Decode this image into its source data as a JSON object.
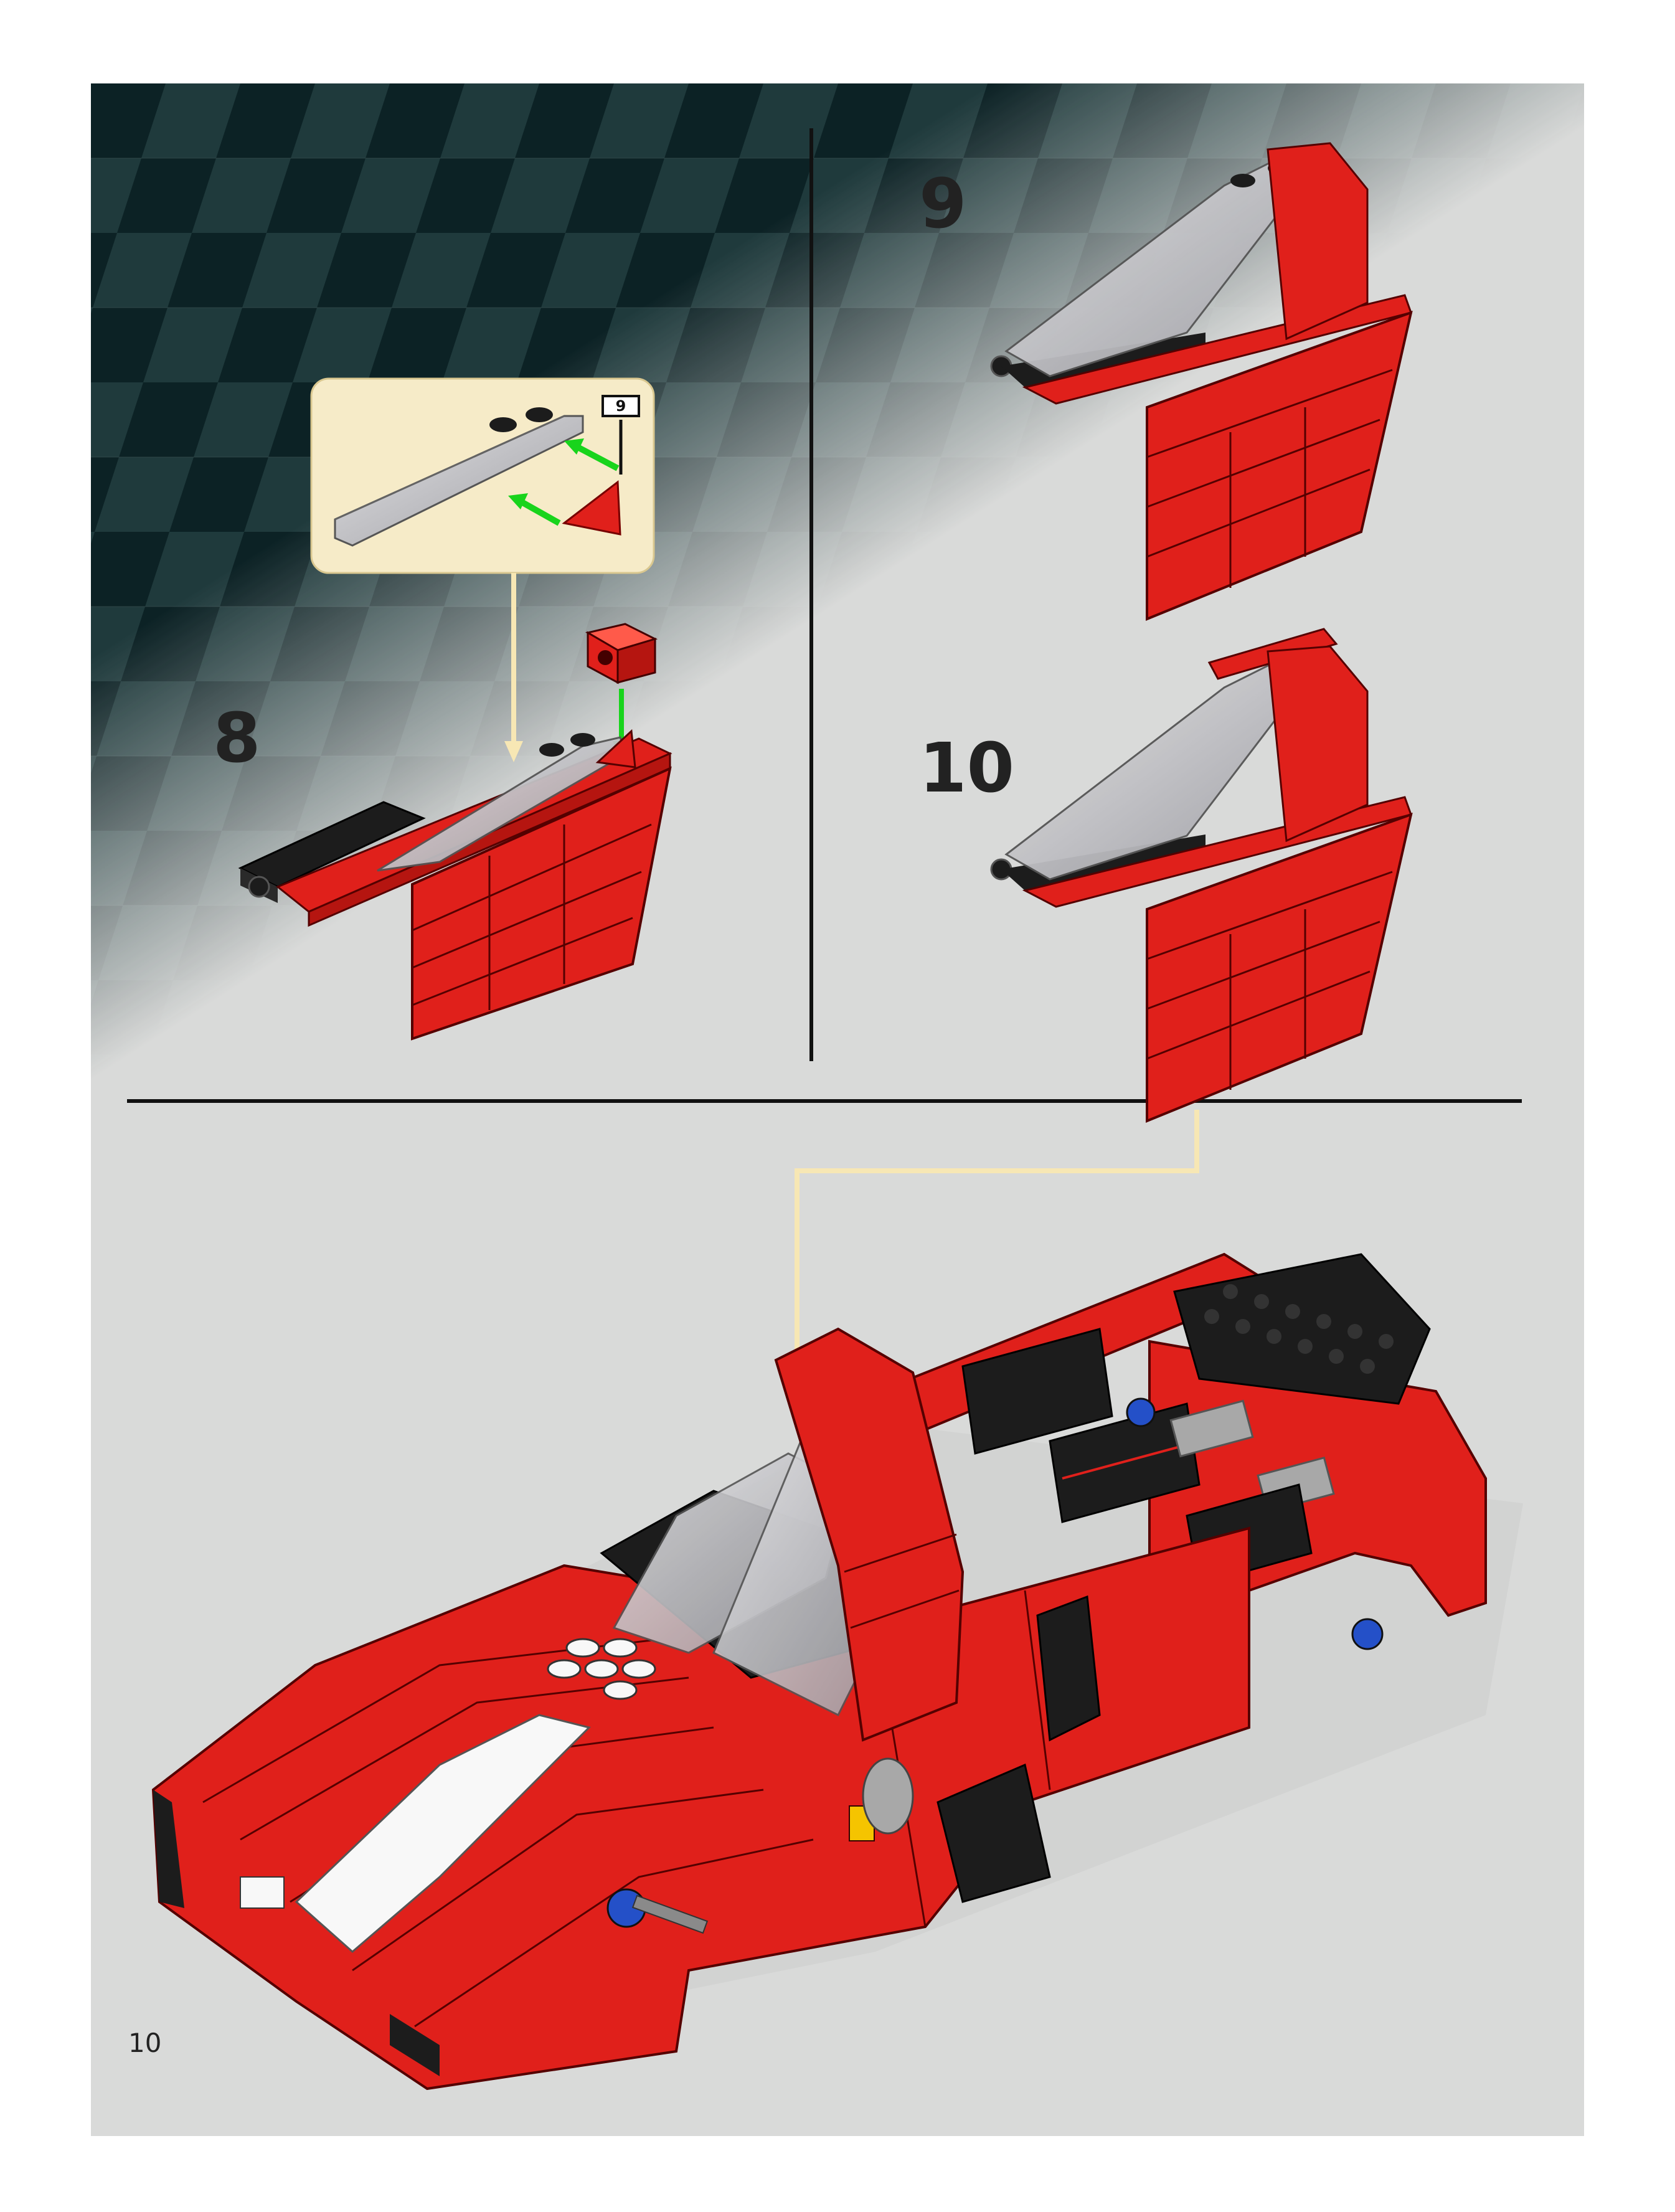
{
  "page": {
    "number": "10"
  },
  "steps": [
    {
      "number": "8"
    },
    {
      "number": "9"
    },
    {
      "number": "10"
    }
  ],
  "callout": {
    "step_ref": "9"
  },
  "colors": {
    "brick_red": "#e0201b",
    "trans_clear": "#b8b8bc",
    "black": "#1c1c1c",
    "callout_bg": "#f6ebc8",
    "arrow_green": "#18d41c",
    "arrow_cream": "#f7e7b4",
    "wheel_blue": "#2450c8"
  }
}
